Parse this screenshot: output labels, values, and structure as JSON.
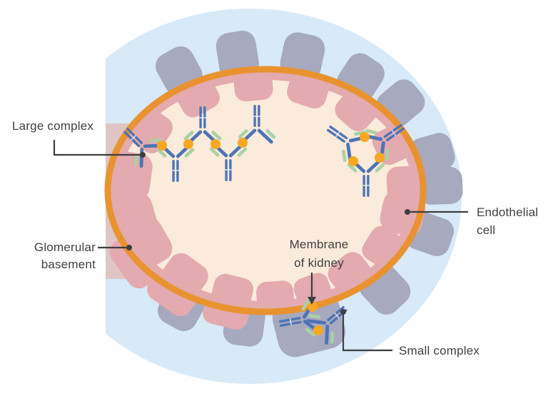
{
  "diagram": {
    "labels": {
      "large_complex": "Large complex",
      "glomerular_basement": {
        "line1": "Glomerular",
        "line2": "basement"
      },
      "endothelial_cell": {
        "line1": "Endothelial",
        "line2": "cell"
      },
      "membrane_of_kidney": {
        "line1": "Membrane",
        "line2": "of kidney"
      },
      "small_complex": "Small complex"
    },
    "icons": {
      "antibody_icon": "y-shaped-antibody",
      "antigen_icon": "yellow-circle",
      "podocyte_foot_icon": "rounded-gray-block",
      "leader_dot_icon": "black-dot",
      "arrow_icon": "down-arrow"
    },
    "colors": {
      "background": "#FFFFFF",
      "capsule_blue": "#D8E9F8",
      "podocyte_gray": "#A7A9BF",
      "basement_pink": "#E3AAAF",
      "basement_pink_muted": "#DFC5C4",
      "membrane_orange": "#E89330",
      "lumen_cream": "#FAEBDA",
      "antibody_blue": "#4F74B5",
      "antibody_green": "#A9D2A5",
      "antigen_yellow": "#F7A823",
      "label_text": "#414042",
      "leader_line": "#3E3E40"
    }
  }
}
